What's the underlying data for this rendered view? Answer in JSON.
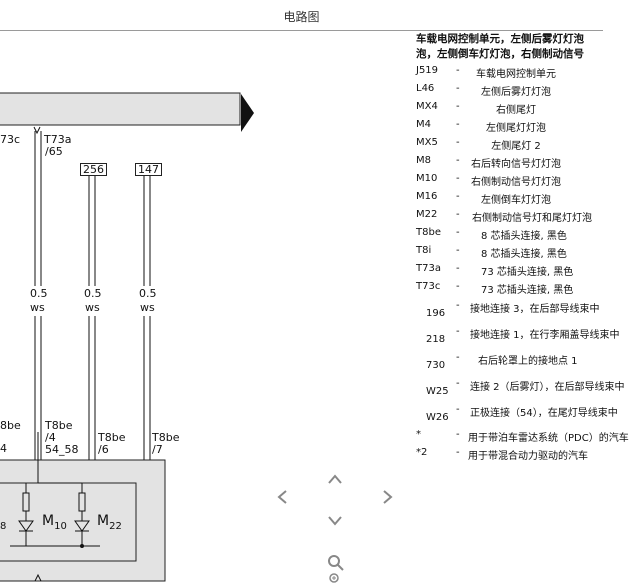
{
  "window": {
    "title": "电路图"
  },
  "diagram": {
    "connector_top": {
      "t73c": "73c",
      "t73a": "T73a",
      "t73a_pin": "/65"
    },
    "wire_ids": [
      "256",
      "147"
    ],
    "wires": [
      {
        "gauge": "0.5",
        "color": "ws"
      },
      {
        "gauge": "0.5",
        "color": "ws"
      },
      {
        "gauge": "0.5",
        "color": "ws"
      }
    ],
    "bottom_connectors": {
      "left": {
        "label": "8be",
        "pin": "4"
      },
      "c1": {
        "label": "T8be",
        "pin1": "/4",
        "pin2": "54_58"
      },
      "c2": {
        "label": "T8be",
        "pin": "/6"
      },
      "c3": {
        "label": "T8be",
        "pin": "/7"
      }
    },
    "components": [
      {
        "name": "M",
        "sub": "10"
      },
      {
        "name": "M",
        "sub": "22"
      },
      {
        "name": "",
        "sub": "8"
      }
    ]
  },
  "legend": {
    "heading_line1": "车载电网控制单元，左侧后雾灯灯泡",
    "heading_line2": "泡，左侧倒车灯灯泡，右侧制动信号",
    "items": [
      {
        "code": "J519",
        "desc": "车载电网控制单元"
      },
      {
        "code": "L46",
        "desc": "左侧后雾灯灯泡"
      },
      {
        "code": "MX4",
        "desc": "右侧尾灯"
      },
      {
        "code": "M4",
        "desc": "左侧尾灯灯泡"
      },
      {
        "code": "MX5",
        "desc": "左侧尾灯 2"
      },
      {
        "code": "M8",
        "desc": "右后转向信号灯灯泡"
      },
      {
        "code": "M10",
        "desc": "右侧制动信号灯灯泡"
      },
      {
        "code": "M16",
        "desc": "左侧倒车灯灯泡"
      },
      {
        "code": "M22",
        "desc": "右侧制动信号灯和尾灯灯泡"
      },
      {
        "code": "T8be",
        "desc": "8 芯插头连接, 黑色"
      },
      {
        "code": "T8i",
        "desc": "8 芯插头连接, 黑色"
      },
      {
        "code": "T73a",
        "desc": "73 芯插头连接, 黑色"
      },
      {
        "code": "T73c",
        "desc": "73 芯插头连接, 黑色"
      }
    ],
    "notes": [
      {
        "code": "196",
        "desc": "接地连接 3，在后部导线束中"
      },
      {
        "code": "218",
        "desc": "接地连接 1，在行李厢盖导线束中"
      },
      {
        "code": "730",
        "desc": "右后轮罩上的接地点 1"
      },
      {
        "code": "W25",
        "desc": "连接 2（后雾灯），在后部导线束中"
      },
      {
        "code": "W26",
        "desc": "正极连接（54），在尾灯导线束中"
      }
    ],
    "footnotes": [
      {
        "code": "*",
        "desc": "用于带泊车雷达系统（PDC）的汽车"
      },
      {
        "code": "*2",
        "desc": "用于带混合动力驱动的汽车"
      }
    ]
  },
  "nav": {
    "up_icon": "chevron-up",
    "down_icon": "chevron-down",
    "left_icon": "chevron-left",
    "right_icon": "chevron-right",
    "zoom_icon": "magnifier"
  }
}
